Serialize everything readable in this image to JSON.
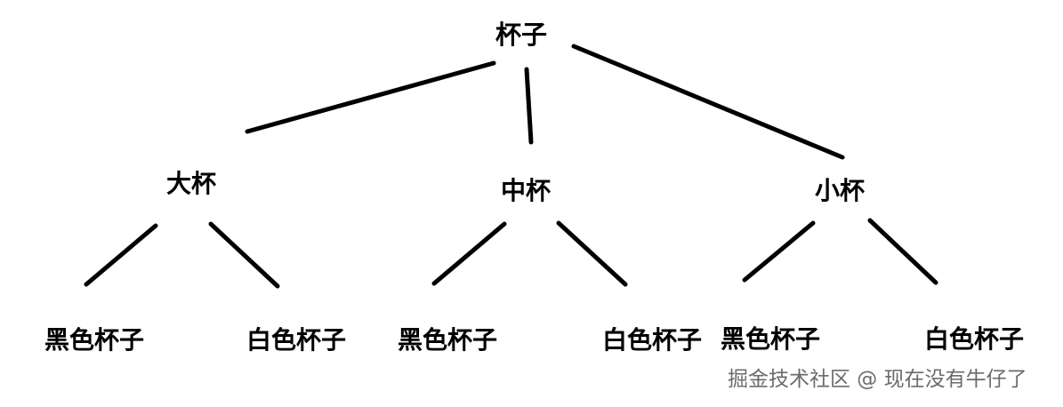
{
  "diagram": {
    "root": {
      "label": "杯子"
    },
    "sizes": [
      {
        "label": "大杯",
        "children": [
          {
            "label": "黑色杯子"
          },
          {
            "label": "白色杯子"
          }
        ]
      },
      {
        "label": "中杯",
        "children": [
          {
            "label": "黑色杯子"
          },
          {
            "label": "白色杯子"
          }
        ]
      },
      {
        "label": "小杯",
        "children": [
          {
            "label": "黑色杯子"
          },
          {
            "label": "白色杯子"
          }
        ]
      }
    ],
    "colors": {
      "line": "#000000",
      "text": "#000000",
      "watermark": "#6b6b6b",
      "background": "#ffffff"
    }
  },
  "watermark": {
    "text": "掘金技术社区 @ 现在没有牛仔了"
  }
}
